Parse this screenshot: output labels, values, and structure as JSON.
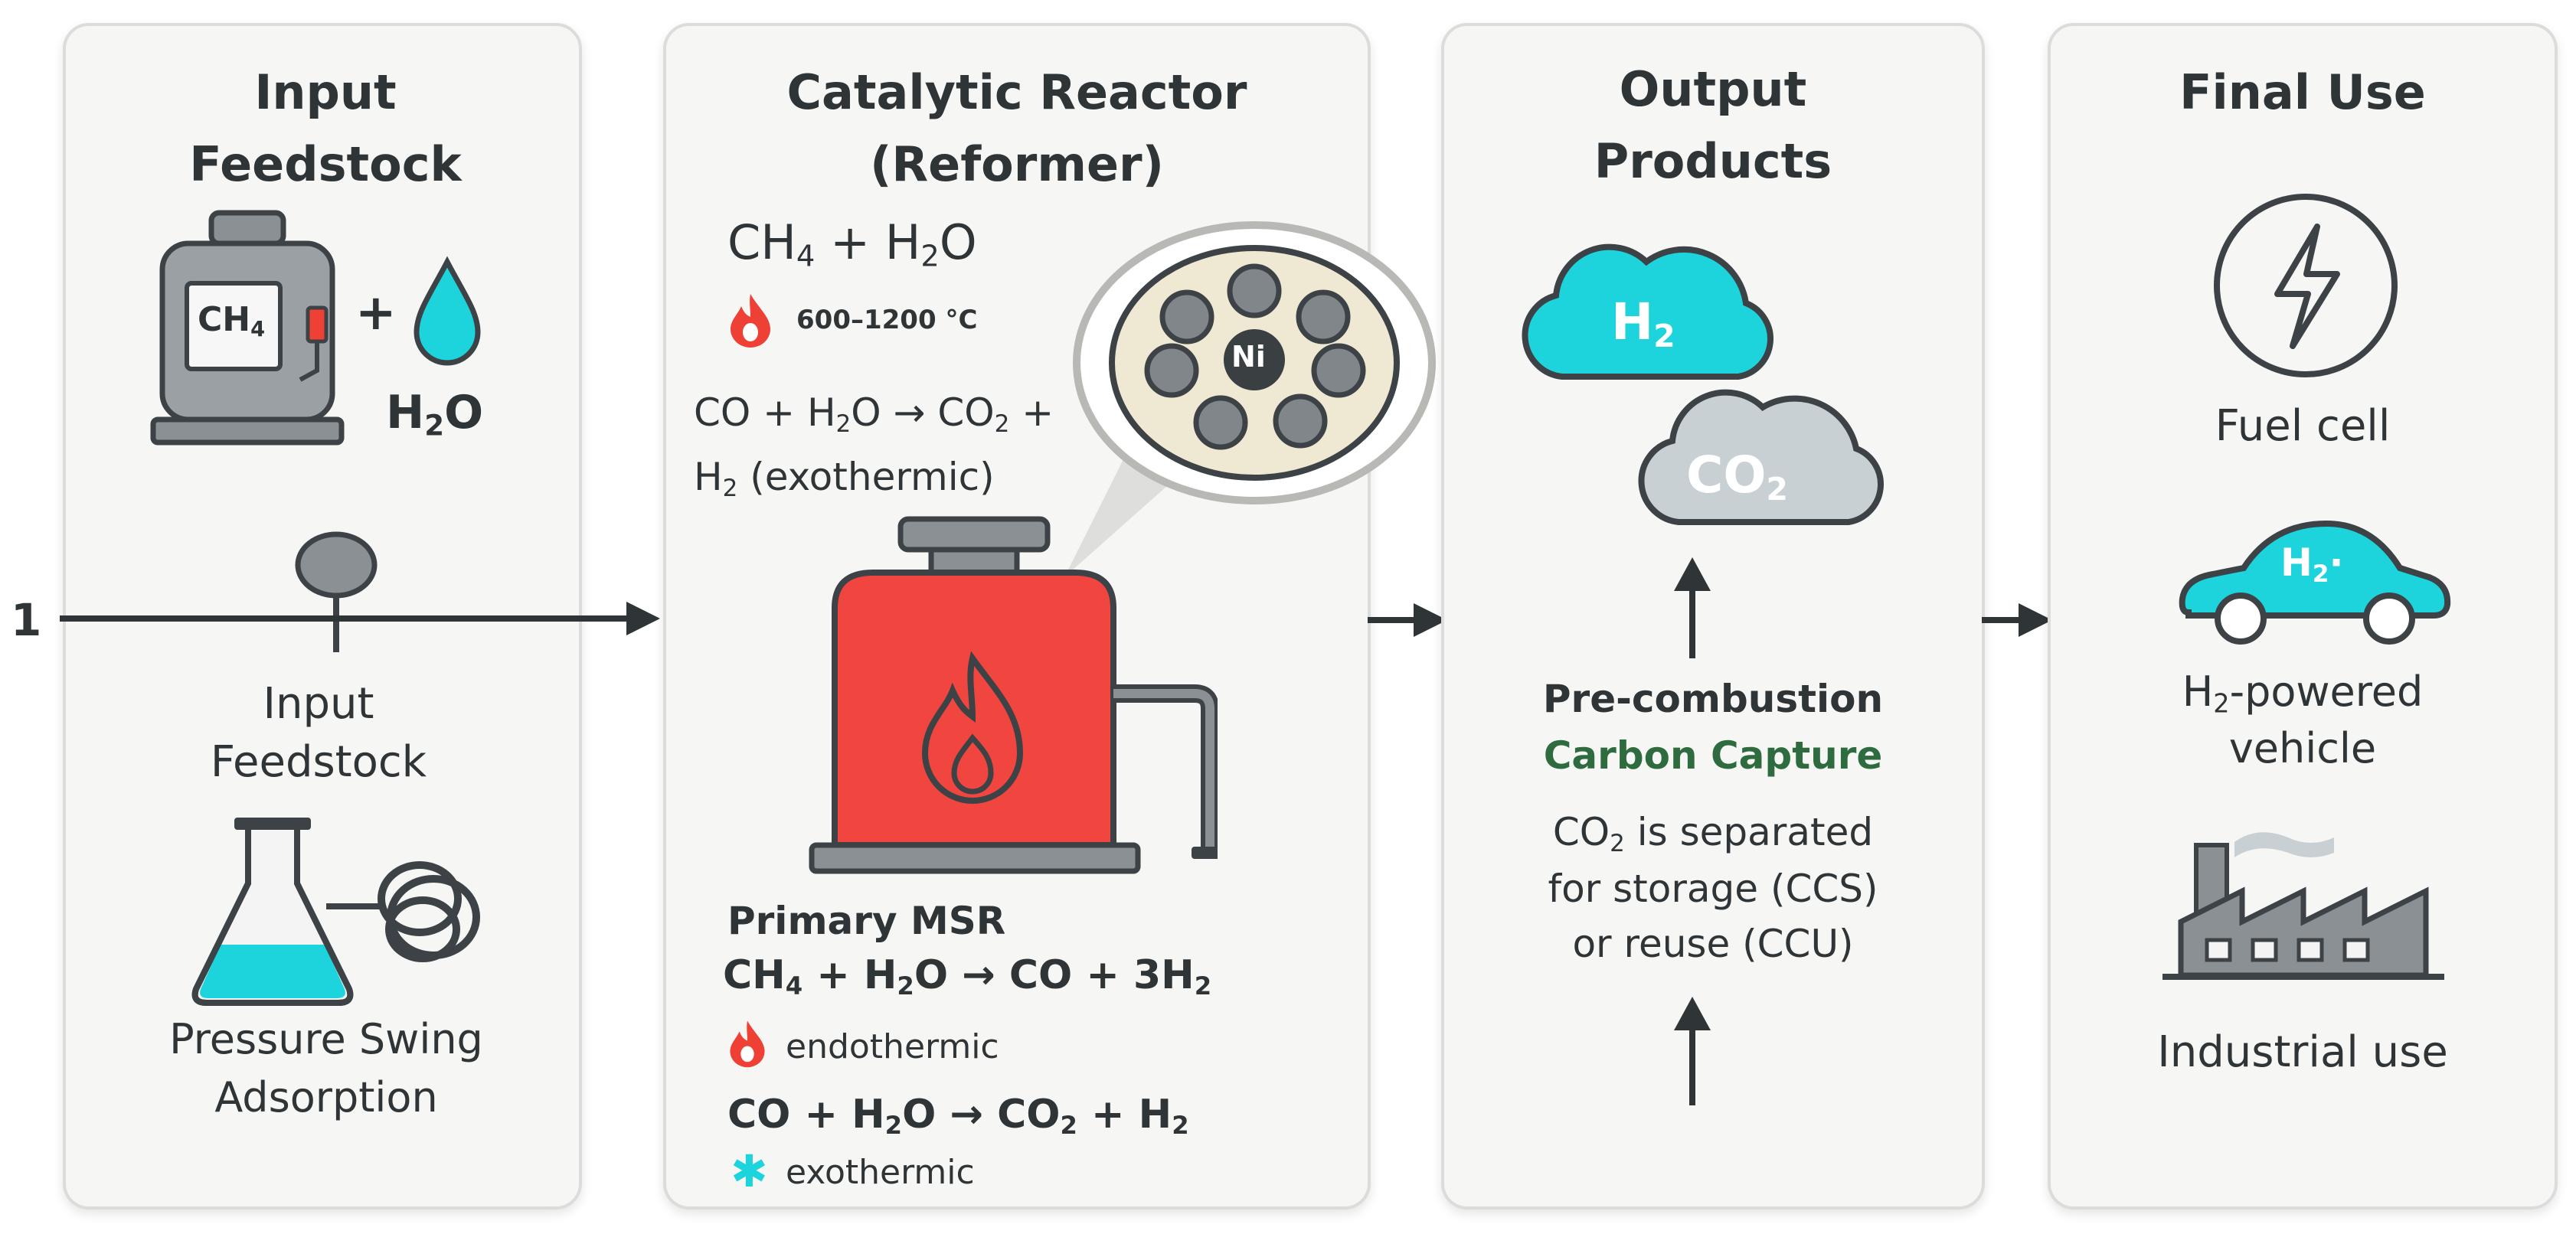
{
  "side_number": "1",
  "panels": {
    "input": {
      "title": "Input Feedstock",
      "tank_label": "CH4",
      "plus": "+",
      "water_label": "H2O",
      "pipe_label": "Input Feedstock",
      "psa_label": "Pressure Swing Adsorption"
    },
    "reactor": {
      "title_line1": "Catalytic Reactor",
      "title_line2": "(Reformer)",
      "inlet_formula": "CH4 + H2O",
      "temperature": "600–1200 °C",
      "wgs_line1": "CO + H2O → CO2 +",
      "wgs_line2": "H2 (exothermic)",
      "catalyst_label": "Ni",
      "msr_heading": "Primary MSR",
      "msr_equation": "CH4 + H2O → CO + 3H2",
      "msr_note": "endothermic",
      "shift_equation": "CO + H2O → CO2 + H2",
      "shift_note": "exothermic"
    },
    "output": {
      "title_line1": "Output",
      "title_line2": "Products",
      "h2_cloud": "H2",
      "co2_cloud": "CO2",
      "capture_line1": "Pre-combustion",
      "capture_line2": "Carbon Capture",
      "desc_line1": "CO2 is separated",
      "desc_line2": "for storage (CCS)",
      "desc_line3": "or reuse (CCU)"
    },
    "final": {
      "title": "Final Use",
      "fuel_cell": "Fuel cell",
      "car_badge": "H2·",
      "vehicle_line1": "H2-powered",
      "vehicle_line2": "vehicle",
      "industrial": "Industrial use"
    }
  },
  "colors": {
    "cyan": "#1dd3dc",
    "reactor_red": "#f0463f",
    "flame_red": "#ef4035",
    "green_text": "#2e6b3e",
    "gray_dark": "#3d4246",
    "gray_mid": "#8d9396",
    "co2_cloud": "#c9d0d3"
  }
}
